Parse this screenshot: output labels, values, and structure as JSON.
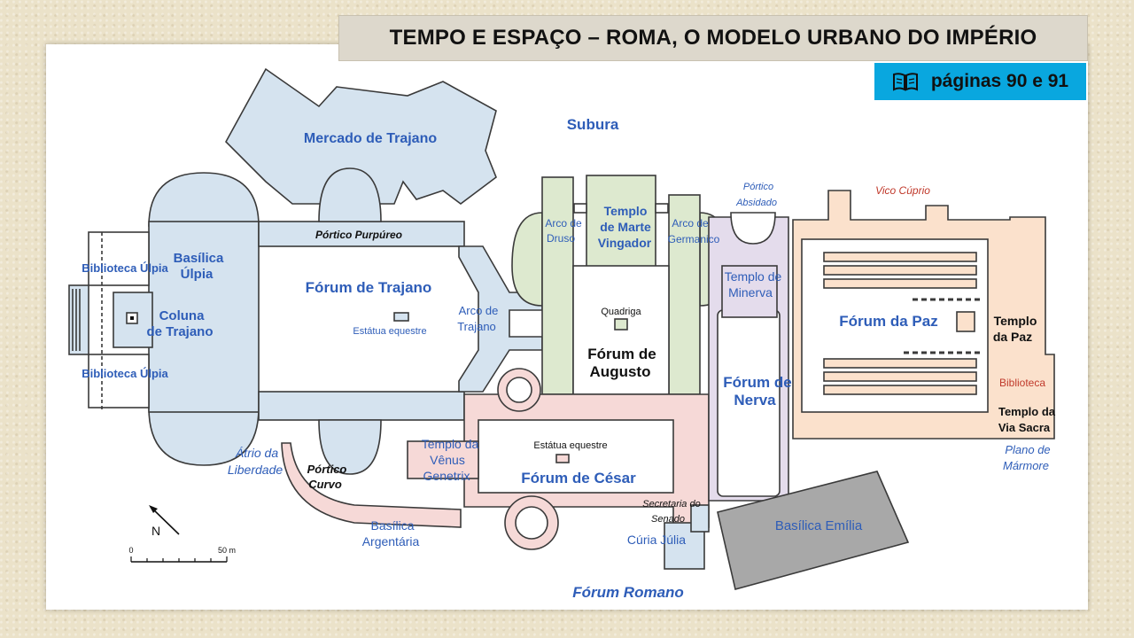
{
  "header": {
    "title": "TEMPO E ESPAÇO – ROMA, O MODELO URBANO DO IMPÉRIO",
    "pages_label": "páginas 90 e 91",
    "pages_icon": "open-book-icon"
  },
  "map": {
    "labels": {
      "subura": "Subura",
      "mercado_trajano": "Mercado de Trajano",
      "portico_purpureo": "Pórtico Purpúreo",
      "forum_trajano": "Fórum de Trajano",
      "estatua_equestre_1": "Estátua equestre",
      "basilica_ulpia_1": "Basílica",
      "basilica_ulpia_2": "Úlpia",
      "biblioteca_ulpia_top": "Biblioteca Úlpia",
      "biblioteca_ulpia_bottom": "Biblioteca Úlpia",
      "coluna_1": "Coluna",
      "coluna_2": "de Trajano",
      "arco_trajano_1": "Arco de",
      "arco_trajano_2": "Trajano",
      "atrio_1": "Átrio da",
      "atrio_2": "Liberdade",
      "portico_curvo_1": "Pórtico",
      "portico_curvo_2": "Curvo",
      "basilica_argentaria_1": "Basílica",
      "basilica_argentaria_2": "Argentária",
      "arco_druso_1": "Arco de",
      "arco_druso_2": "Druso",
      "templo_marte_1": "Templo",
      "templo_marte_2": "de Marte",
      "templo_marte_3": "Vingador",
      "arco_germanico_1": "Arco de",
      "arco_germanico_2": "Germanico",
      "quadriga": "Quadriga",
      "forum_augusto_1": "Fórum de",
      "forum_augusto_2": "Augusto",
      "templo_venus_1": "Templo da",
      "templo_venus_2": "Vênus",
      "templo_venus_3": "Genetrix",
      "estatua_equestre_2": "Estátua equestre",
      "forum_cesar": "Fórum de César",
      "secretaria_1": "Secretaria do",
      "secretaria_2": "Senado",
      "curia_julia": "Cúria Júlia",
      "forum_romano": "Fórum Romano",
      "portico_absidado_1": "Pórtico",
      "portico_absidado_2": "Absidado",
      "templo_minerva_1": "Templo de",
      "templo_minerva_2": "Minerva",
      "forum_nerva_1": "Fórum de",
      "forum_nerva_2": "Nerva",
      "vico_cuprio": "Vico Cúprio",
      "forum_paz": "Fórum da Paz",
      "templo_paz_1": "Templo",
      "templo_paz_2": "da Paz",
      "biblioteca": "Biblioteca",
      "templo_via_sacra_1": "Templo da",
      "templo_via_sacra_2": "Via Sacra",
      "plano_marmore_1": "Plano de",
      "plano_marmore_2": "Mármore",
      "basilica_emilia": "Basílica Emília",
      "north": "N",
      "scale_0": "0",
      "scale_50": "50 m"
    },
    "colors": {
      "trajano": "#d5e3ef",
      "augusto": "#dde9cf",
      "cesar": "#f6d9d7",
      "nerva": "#e4dcec",
      "paz": "#fbe1cc",
      "emilia": "#a8a8a8",
      "outline": "#3a3a3a",
      "label_blue": "#2e5db8",
      "label_red": "#c0392b"
    }
  }
}
